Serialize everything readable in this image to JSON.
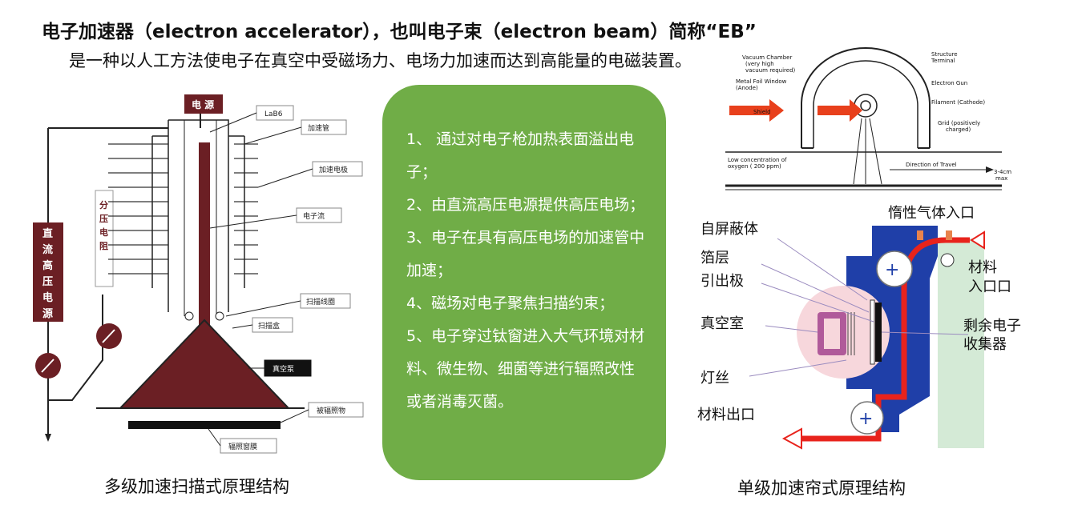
{
  "header": {
    "title": "电子加速器（electron accelerator），也叫电子束（electron beam）简称“EB”",
    "subtitle": "是一种以人工方法使电子在真空中受磁场力、电场力加速而达到高能量的电磁装置。"
  },
  "left_diagram": {
    "caption": "多级加速扫描式原理结构",
    "labels": {
      "power": "电 源",
      "lab6": "LaB6",
      "tube": "加速管",
      "electrode": "加速电极",
      "beam": "电子流",
      "coil": "扫描线圈",
      "scan_box": "扫描盒",
      "vacuum_pump": "真空泵",
      "target": "被辐照物",
      "window": "辐照窗膜",
      "divider_chars": [
        "分",
        "压",
        "电",
        "阻"
      ],
      "hv_chars": [
        "直",
        "流",
        "高",
        "压",
        "电",
        "源"
      ]
    }
  },
  "center_box": {
    "items": [
      "1、  通过对电子枪加热表面溢出电子；",
      "2、由直流高压电源提供高压电场；",
      "3、电子在具有高压电场的加速管中加速；",
      "4、磁场对电子聚焦扫描约束；",
      "5、电子穿过钛窗进入大气环境对材料、微生物、细菌等进行辐照改性或者消毒灭菌。"
    ],
    "color": "#70ad47"
  },
  "right_top_diagram": {
    "labels": {
      "vacuum_chamber": "Vacuum Chamber",
      "vacuum_note1": "(very high",
      "vacuum_note2": "vacuum required)",
      "foil_window": "Metal Foil Window",
      "anode": "(Anode)",
      "structure": "Structure",
      "terminal": "Terminal",
      "gun": "Electron Gun",
      "filament": "Filament (Cathode)",
      "grid": "Grid (positively",
      "grid2": "charged)",
      "shield": "Shield",
      "low_conc": "Low concentration of",
      "oxygen": "oxygen ( 200 ppm)",
      "direction": "Direction of Travel",
      "gap": "3-4cm",
      "gap_max": "max"
    }
  },
  "right_bottom_diagram": {
    "caption": "单级加速帘式原理结构",
    "labels": {
      "shield": "自屏蔽体",
      "foil": "箔层",
      "extract": "引出极",
      "vacuum": "真空室",
      "filament": "灯丝",
      "material_out": "材料出口",
      "inert_gas": "惰性气体入口",
      "material_in_1": "材料",
      "material_in_2": "入口口",
      "collector_1": "剩余电子",
      "collector_2": "收集器"
    },
    "colors": {
      "shield": "#1f3fa8",
      "path": "#e8231c",
      "panel": "#d4ead6",
      "chamber": "#f7d7dc",
      "cathode": "#b05a9a"
    }
  }
}
